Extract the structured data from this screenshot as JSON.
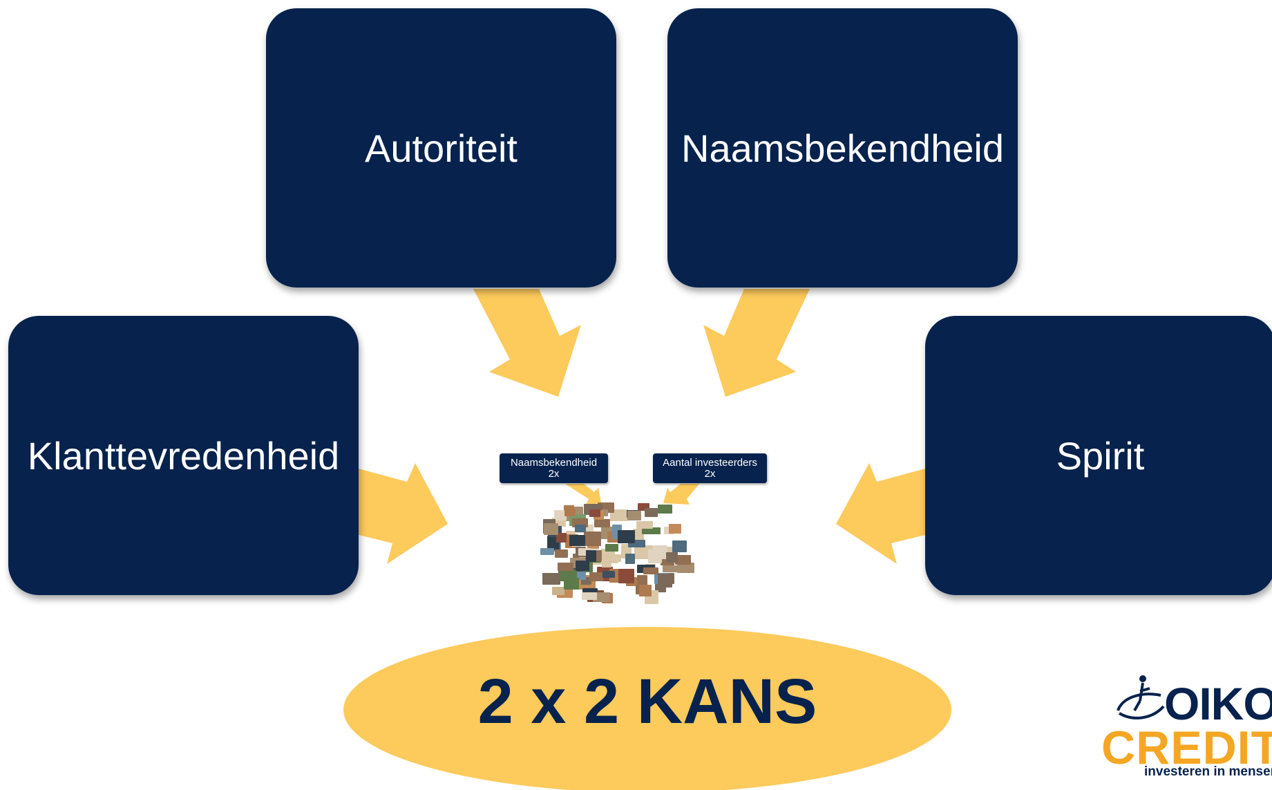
{
  "boxes": {
    "top_left": "Autoriteit",
    "top_right": "Naamsbekendheid",
    "mid_left": "Klanttevredenheid",
    "mid_right": "Spirit"
  },
  "tags": [
    {
      "line1": "Naamsbekendheid",
      "line2": "2x"
    },
    {
      "line1": "Aantal investeerders",
      "line2": "2x"
    }
  ],
  "outcome": "2 x 2 KANS",
  "logo": {
    "word1": "OIKO",
    "word2": "CREDIT",
    "tagline": "investeren in mensen"
  },
  "colors": {
    "box": "#06224d",
    "arrow": "#fdca5c",
    "ellipse": "#fdca5c",
    "logo_orange": "#f5a623"
  },
  "icons": {
    "collage": "photo-collage",
    "logo_mark": "globe-figure-icon"
  }
}
